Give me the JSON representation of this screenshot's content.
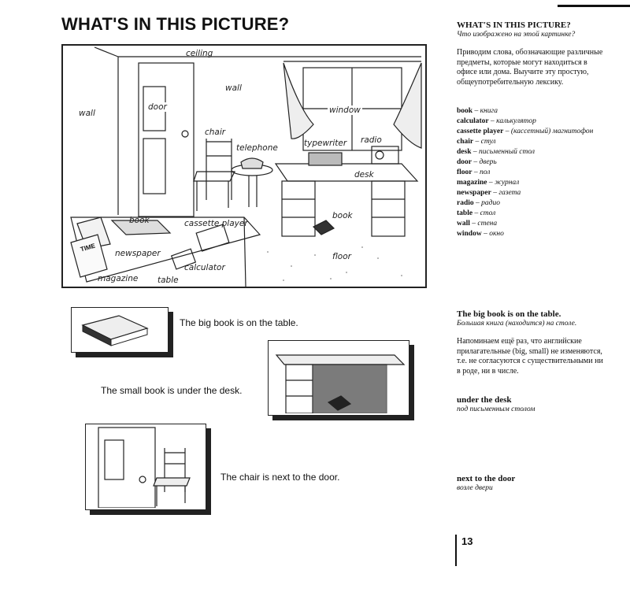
{
  "page": {
    "title": "WHAT'S IN THIS PICTURE?",
    "number": "13"
  },
  "scene_labels": {
    "ceiling": "ceiling",
    "wall_left": "wall",
    "wall_right": "wall",
    "door": "door",
    "window": "window",
    "chair": "chair",
    "telephone": "telephone",
    "typewriter": "typewriter",
    "radio": "radio",
    "desk": "desk",
    "book_table": "book",
    "book_floor": "book",
    "cassette_player": "cassette player",
    "newspaper": "newspaper",
    "calculator": "calculator",
    "magazine": "magazine",
    "table": "table",
    "floor": "floor",
    "magazine_cover": "TIME"
  },
  "examples": [
    {
      "sentence": "The big book is on the table."
    },
    {
      "sentence": "The small book is under the desk."
    },
    {
      "sentence": "The chair is next to the door."
    }
  ],
  "sidebar": {
    "heading": "WHAT'S IN THIS PICTURE?",
    "heading_ru": "Что изображено на этой картинке?",
    "intro": "Приводим слова, обозначающие различные предметы, которые могут находиться в офисе или дома. Выучите эту простую, общеупотребительную лексику.",
    "vocab": [
      {
        "en": "book",
        "ru": "книга"
      },
      {
        "en": "calculator",
        "ru": "калькулятор"
      },
      {
        "en": "cassette player",
        "ru": "(кассетный) магнитофон"
      },
      {
        "en": "chair",
        "ru": "стул"
      },
      {
        "en": "desk",
        "ru": "письменный стол"
      },
      {
        "en": "door",
        "ru": "дверь"
      },
      {
        "en": "floor",
        "ru": "пол"
      },
      {
        "en": "magazine",
        "ru": "журнал"
      },
      {
        "en": "newspaper",
        "ru": "газета"
      },
      {
        "en": "radio",
        "ru": "радио"
      },
      {
        "en": "table",
        "ru": "стол"
      },
      {
        "en": "wall",
        "ru": "стена"
      },
      {
        "en": "window",
        "ru": "окно"
      }
    ],
    "note1_en": "The big book is on the table.",
    "note1_ru": "Большая книга (находится) на столе.",
    "note1_text": "Напоминаем ещё раз, что английские прилагательные (big, small) не изменяются, т.е. не согласуются с существительными ни в роде, ни в числе.",
    "note2_en": "under the desk",
    "note2_ru": "под письменным столом",
    "note3_en": "next to the door",
    "note3_ru": "возле двери"
  }
}
